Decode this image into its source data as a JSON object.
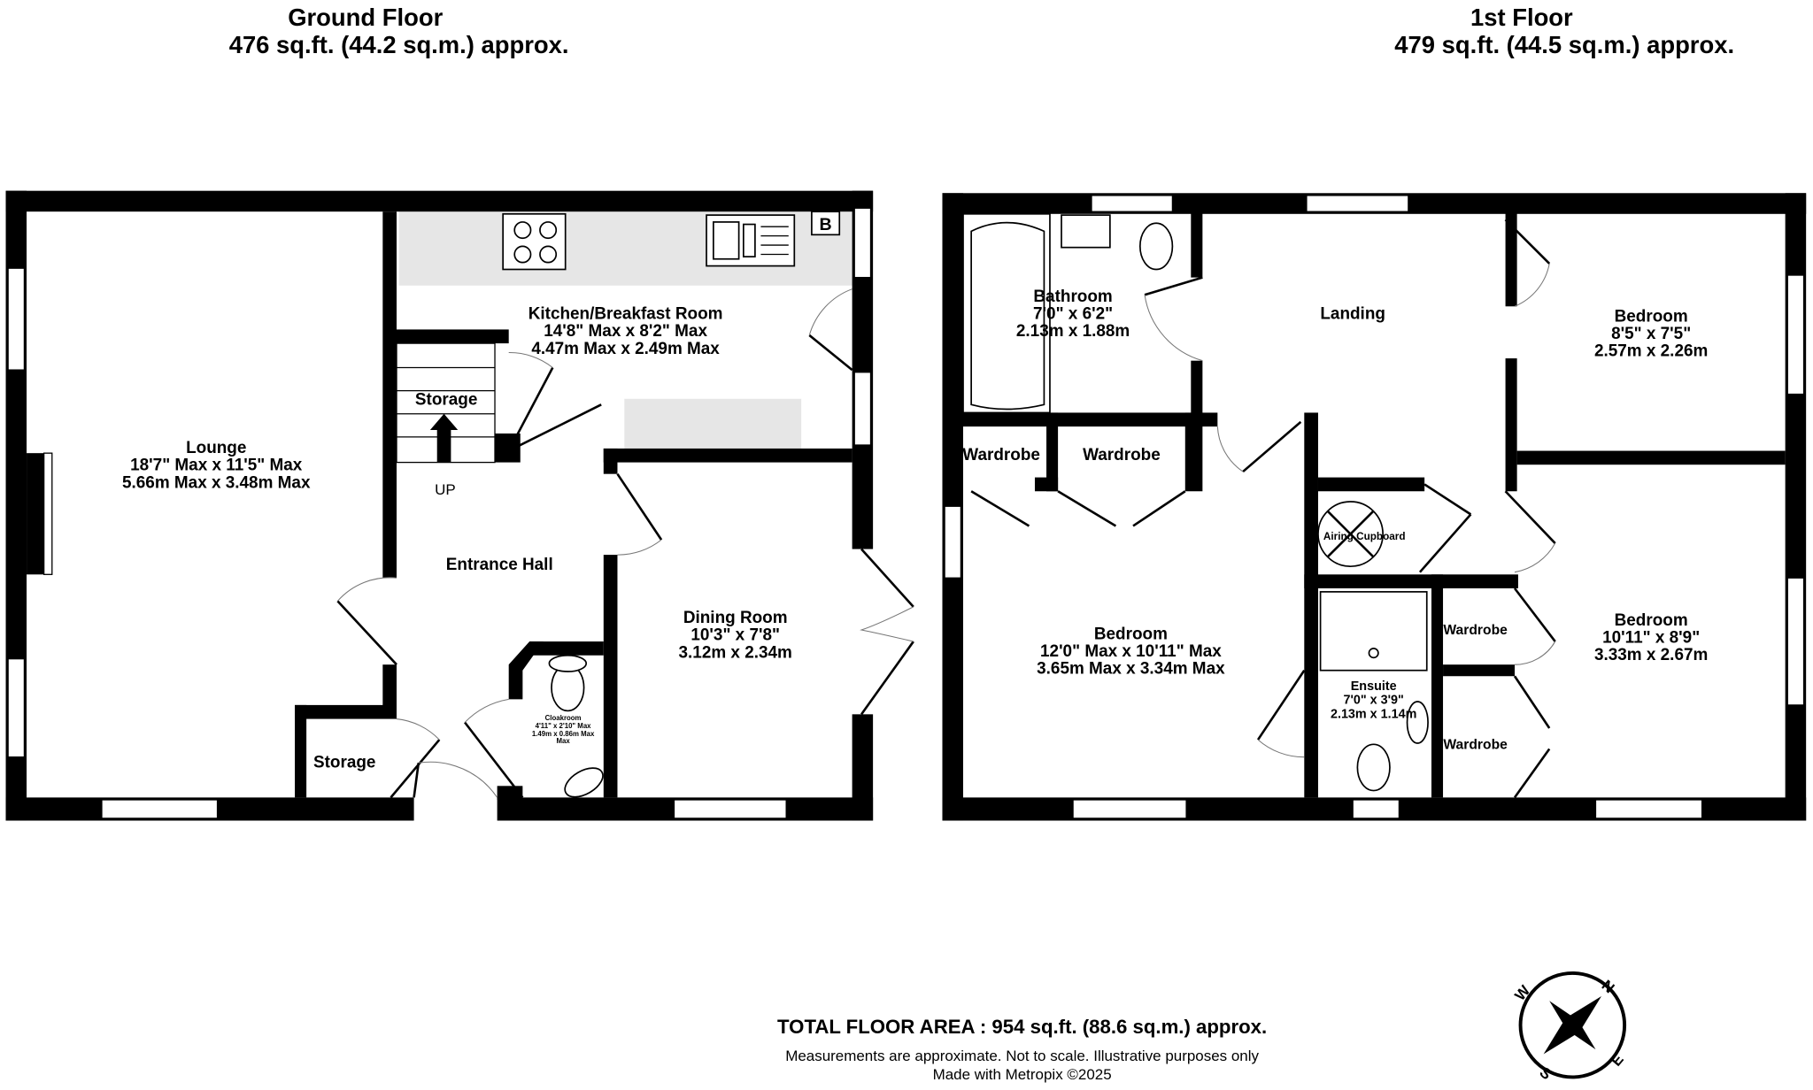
{
  "ground_floor": {
    "title": "Ground Floor",
    "area": "476 sq.ft. (44.2 sq.m.) approx.",
    "rooms": {
      "lounge": {
        "name": "Lounge",
        "imperial": "18'7\" Max x 11'5\" Max",
        "metric": "5.66m Max x 3.48m Max"
      },
      "kitchen": {
        "name": "Kitchen/Breakfast Room",
        "imperial": "14'8\" Max x 8'2\" Max",
        "metric": "4.47m Max x 2.49m Max"
      },
      "dining": {
        "name": "Dining Room",
        "imperial": "10'3\"  x 7'8\"",
        "metric": "3.12m  x 2.34m"
      },
      "hall": {
        "name": "Entrance Hall"
      },
      "storage_stairs": {
        "name": "Storage"
      },
      "storage_front": {
        "name": "Storage"
      },
      "cloakroom": {
        "name": "Cloakroom",
        "imperial": "4'11\"  x 2'10\" Max",
        "metric": "1.49m  x 0.86m Max",
        "extra": "Max"
      }
    },
    "stairs_label": "UP",
    "boiler_label": "B"
  },
  "first_floor": {
    "title": "1st Floor",
    "area": "479 sq.ft. (44.5 sq.m.) approx.",
    "rooms": {
      "bathroom": {
        "name": "Bathroom",
        "imperial": "7'0\"  x 6'2\"",
        "metric": "2.13m  x 1.88m"
      },
      "landing": {
        "name": "Landing"
      },
      "bedroom_small": {
        "name": "Bedroom",
        "imperial": "8'5\"  x 7'5\"",
        "metric": "2.57m  x 2.26m"
      },
      "bedroom_main": {
        "name": "Bedroom",
        "imperial": "12'0\" Max x 10'11\" Max",
        "metric": "3.65m Max x 3.34m Max"
      },
      "bedroom_right": {
        "name": "Bedroom",
        "imperial": "10'11\"  x 8'9\"",
        "metric": "3.33m  x 2.67m"
      },
      "ensuite": {
        "name": "Ensuite",
        "imperial": "7'0\"  x 3'9\"",
        "metric": "2.13m  x 1.14m"
      },
      "wardrobe_1": {
        "name": "Wardrobe"
      },
      "wardrobe_2": {
        "name": "Wardrobe"
      },
      "wardrobe_3": {
        "name": "Wardrobe"
      },
      "wardrobe_4": {
        "name": "Wardrobe"
      },
      "airing": {
        "name": "Airing Cupboard"
      }
    }
  },
  "footer": {
    "total": "TOTAL FLOOR AREA : 954 sq.ft. (88.6 sq.m.) approx.",
    "disclaimer": "Measurements are approximate.  Not to scale.  Illustrative purposes only",
    "credit": "Made with Metropix ©2025"
  },
  "compass": {
    "n": "N",
    "e": "E",
    "s": "S",
    "w": "W"
  }
}
